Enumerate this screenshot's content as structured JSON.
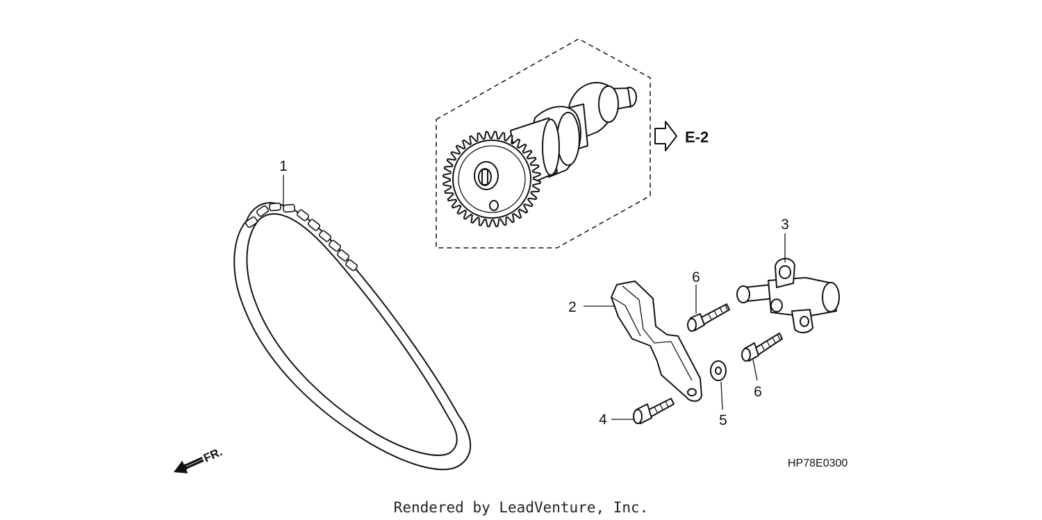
{
  "callouts": {
    "p1": "1",
    "p2": "2",
    "p3": "3",
    "p4": "4",
    "p5": "5",
    "p6a": "6",
    "p6b": "6"
  },
  "reference_label": "E-2",
  "direction_label": "FR.",
  "diagram_code": "HP78E0300",
  "footer_text": "Rendered by LeadVenture, Inc.",
  "icons": {
    "reference_arrow": "outline-right-arrow-icon",
    "front_arrow": "front-direction-arrow-icon"
  },
  "colors": {
    "line": "#111111",
    "background": "#ffffff"
  }
}
